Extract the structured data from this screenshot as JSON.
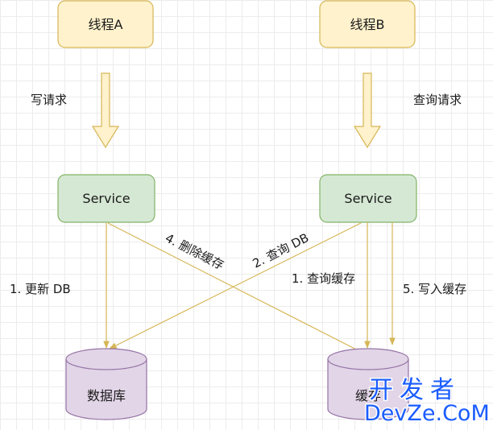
{
  "nodes": {
    "thread_a": "线程A",
    "thread_b": "线程B",
    "service_left": "Service",
    "service_right": "Service",
    "database": "数据库",
    "cache": "缓存"
  },
  "labels": {
    "write_request": "写请求",
    "query_request": "查询请求",
    "step1_update_db": "1. 更新 DB",
    "step4_delete_cache": "4. 删除缓存",
    "step2_query_db": "2. 查询 DB",
    "step1_query_cache": "1. 查询缓存",
    "step5_write_cache": "5. 写入缓存"
  },
  "watermark": {
    "cn": "开发者",
    "en": "DevZe.CoM"
  },
  "colors": {
    "thread_fill": "#fff2cc",
    "thread_stroke": "#d6b656",
    "service_fill": "#d5e8d4",
    "service_stroke": "#82b366",
    "storage_fill": "#e1d5e7",
    "storage_stroke": "#9673a6",
    "arrow": "#d6b656"
  }
}
